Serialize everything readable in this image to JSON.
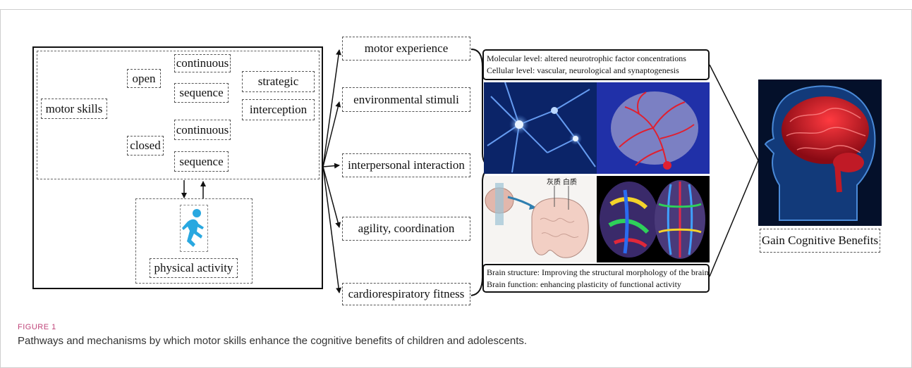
{
  "tree": {
    "root": "motor skills",
    "open": "open",
    "closed": "closed",
    "open_continuous": "continuous",
    "open_sequence": "sequence",
    "strategic": "strategic",
    "interception": "interception",
    "closed_continuous": "continuous",
    "closed_sequence": "sequence"
  },
  "activity": {
    "label": "physical activity",
    "icon": "running-person-icon",
    "icon_color": "#29a8e0"
  },
  "pathways": [
    "motor experience",
    "environmental stimuli",
    "interpersonal interaction",
    "agility, coordination",
    "cardiorespiratory fitness"
  ],
  "mechanisms": {
    "molecular": "Molecular level: altered neurotrophic factor concentrations",
    "cellular": "Cellular level: vascular, neurological and synaptogenesis",
    "structure": "Brain structure: Improving the structural morphology of the brain",
    "function": "Brain function: enhancing plasticity of functional activity",
    "grey_matter": "灰质",
    "white_matter": "白质"
  },
  "outcome": {
    "label": "Gain Cognitive Benefits"
  },
  "caption": {
    "label": "FIGURE 1",
    "text": "Pathways and mechanisms by which motor skills enhance the cognitive benefits of children and adolescents."
  },
  "colors": {
    "accent": "#c0457a",
    "neuron_bg": "#0a1e5c",
    "brain_red": "#e02030",
    "brain_bg": "#06122e"
  }
}
